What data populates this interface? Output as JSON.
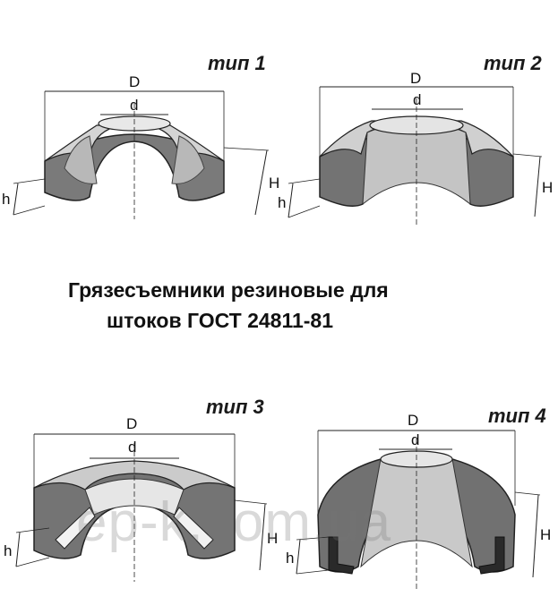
{
  "title": {
    "line1": "Грязесъемники резиновые для",
    "line2": "штоков ГОСТ 24811-81"
  },
  "diagrams": [
    {
      "label": "тип 1",
      "dims": {
        "outer": "D",
        "inner": "d",
        "height": "H",
        "lip": "h"
      }
    },
    {
      "label": "тип 2",
      "dims": {
        "outer": "D",
        "inner": "d",
        "height": "H",
        "lip": "h"
      }
    },
    {
      "label": "тип 3",
      "dims": {
        "outer": "D",
        "inner": "d",
        "height": "H",
        "lip": "h"
      }
    },
    {
      "label": "тип 4",
      "dims": {
        "outer": "D",
        "inner": "d",
        "height": "H",
        "lip": "h"
      }
    }
  ],
  "watermark": "ep-k.com.ua",
  "colors": {
    "rubber_dark": "#6e6e6e",
    "rubber_light": "#cfcfcf",
    "line": "#222222"
  }
}
